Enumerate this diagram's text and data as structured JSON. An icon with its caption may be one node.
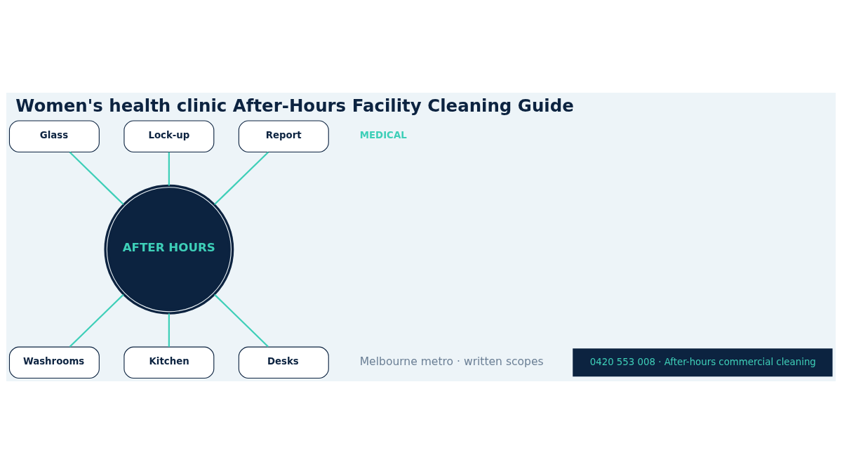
{
  "diagram": {
    "title": "Women's health clinic After-Hours Facility Cleaning Guide",
    "nodes": [
      {
        "text": [
          "AFTER HOURS"
        ]
      },
      {
        "text": [
          "Lock-up"
        ]
      },
      {
        "text": [
          "Report"
        ]
      },
      {
        "text": [
          "Glass"
        ]
      },
      {
        "text": [
          "Desks"
        ]
      },
      {
        "text": [
          "Washrooms"
        ]
      },
      {
        "text": [
          "Kitchen"
        ]
      }
    ],
    "edges": [
      {
        "from": 1,
        "to": 0,
        "arrow": "none"
      },
      {
        "from": 2,
        "to": 0,
        "arrow": "none"
      },
      {
        "from": 3,
        "to": 0,
        "arrow": "none"
      },
      {
        "from": 0,
        "to": 4,
        "arrow": "none"
      },
      {
        "from": 0,
        "to": 5,
        "arrow": "none"
      },
      {
        "from": 0,
        "to": 6,
        "arrow": "none"
      }
    ],
    "labels": [
      "MEDICAL",
      "Melbourne metro · written scopes",
      "0420 553 008 · After-hours commercial cleaning"
    ]
  }
}
